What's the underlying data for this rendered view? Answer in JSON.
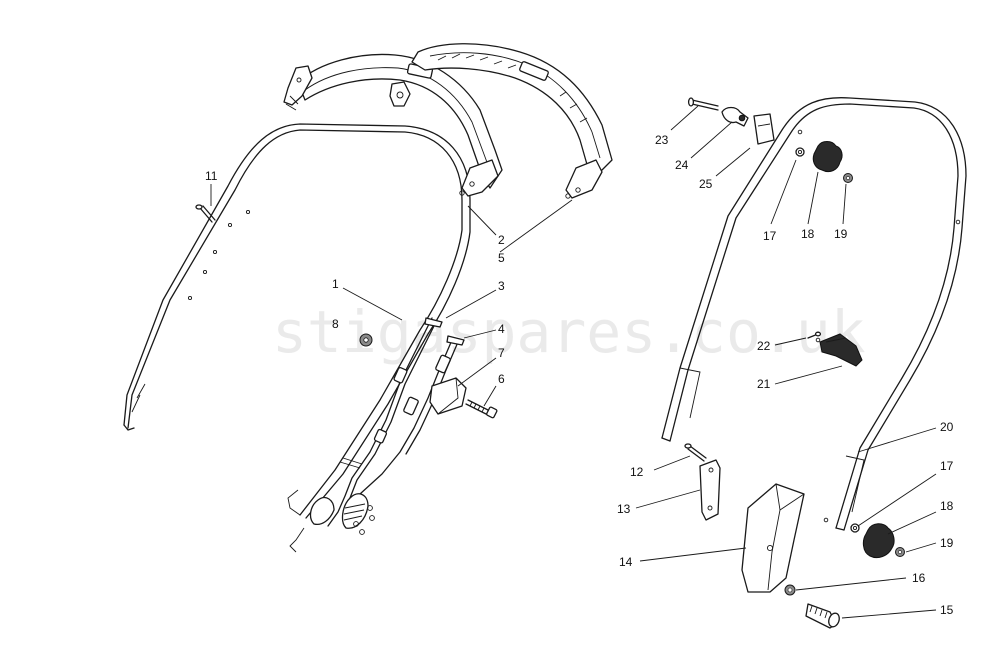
{
  "watermark": "stigaspares.co.uk",
  "callouts": [
    {
      "id": "c1",
      "label": "1"
    },
    {
      "id": "c2",
      "label": "2"
    },
    {
      "id": "c3",
      "label": "3"
    },
    {
      "id": "c4",
      "label": "4"
    },
    {
      "id": "c5",
      "label": "5"
    },
    {
      "id": "c6",
      "label": "6"
    },
    {
      "id": "c7",
      "label": "7"
    },
    {
      "id": "c8",
      "label": "8"
    },
    {
      "id": "c11",
      "label": "11"
    },
    {
      "id": "c12",
      "label": "12"
    },
    {
      "id": "c13",
      "label": "13"
    },
    {
      "id": "c14",
      "label": "14"
    },
    {
      "id": "c15",
      "label": "15"
    },
    {
      "id": "c16",
      "label": "16"
    },
    {
      "id": "c17a",
      "label": "17"
    },
    {
      "id": "c17b",
      "label": "17"
    },
    {
      "id": "c18a",
      "label": "18"
    },
    {
      "id": "c18b",
      "label": "18"
    },
    {
      "id": "c19a",
      "label": "19"
    },
    {
      "id": "c19b",
      "label": "19"
    },
    {
      "id": "c20",
      "label": "20"
    },
    {
      "id": "c21",
      "label": "21"
    },
    {
      "id": "c22",
      "label": "22"
    },
    {
      "id": "c23",
      "label": "23"
    },
    {
      "id": "c24",
      "label": "24"
    },
    {
      "id": "c25",
      "label": "25"
    }
  ]
}
